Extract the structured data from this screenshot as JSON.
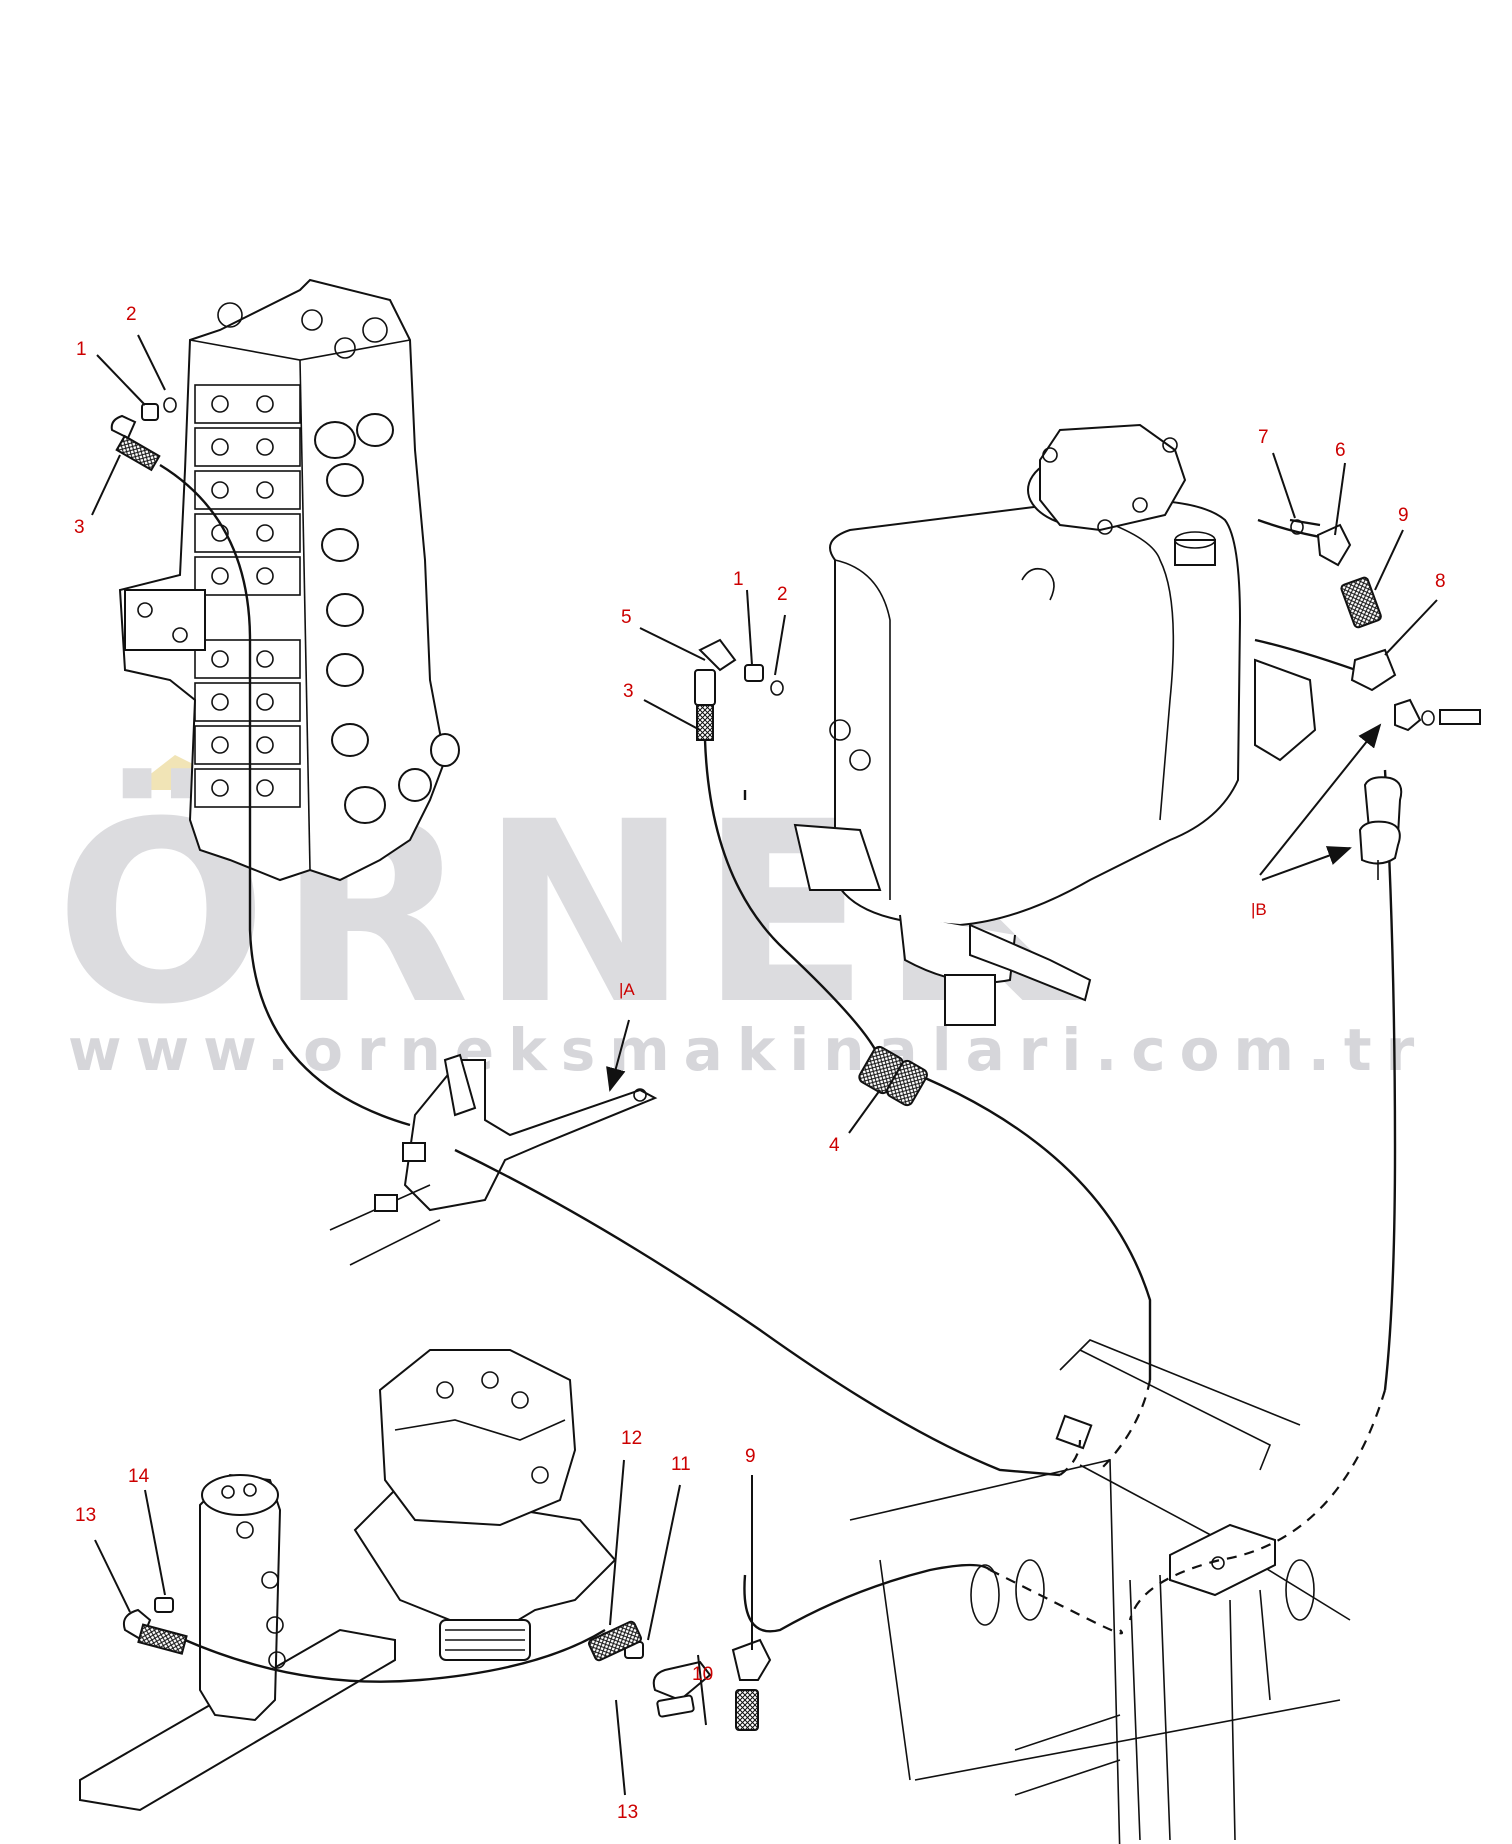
{
  "watermark": {
    "brand": "ÖRNEK",
    "url": "www.orneksmakinalari.com.tr"
  },
  "callouts": [
    {
      "id": "c1a",
      "label": "1"
    },
    {
      "id": "c2a",
      "label": "2"
    },
    {
      "id": "c3a",
      "label": "3"
    },
    {
      "id": "c1b",
      "label": "1"
    },
    {
      "id": "c2b",
      "label": "2"
    },
    {
      "id": "c5",
      "label": "5"
    },
    {
      "id": "c3b",
      "label": "3"
    },
    {
      "id": "c7",
      "label": "7"
    },
    {
      "id": "c6",
      "label": "6"
    },
    {
      "id": "c9a",
      "label": "9"
    },
    {
      "id": "c8",
      "label": "8"
    },
    {
      "id": "c4",
      "label": "4"
    },
    {
      "id": "c12",
      "label": "12"
    },
    {
      "id": "c11",
      "label": "11"
    },
    {
      "id": "c9b",
      "label": "9"
    },
    {
      "id": "c14",
      "label": "14"
    },
    {
      "id": "c13a",
      "label": "13"
    },
    {
      "id": "c10",
      "label": "10"
    },
    {
      "id": "c13b",
      "label": "13"
    }
  ],
  "views": {
    "a": "|A",
    "b": "|B"
  },
  "colors": {
    "callout": "#cc0000",
    "line": "#111111",
    "watermark": "#dcdcdf"
  }
}
